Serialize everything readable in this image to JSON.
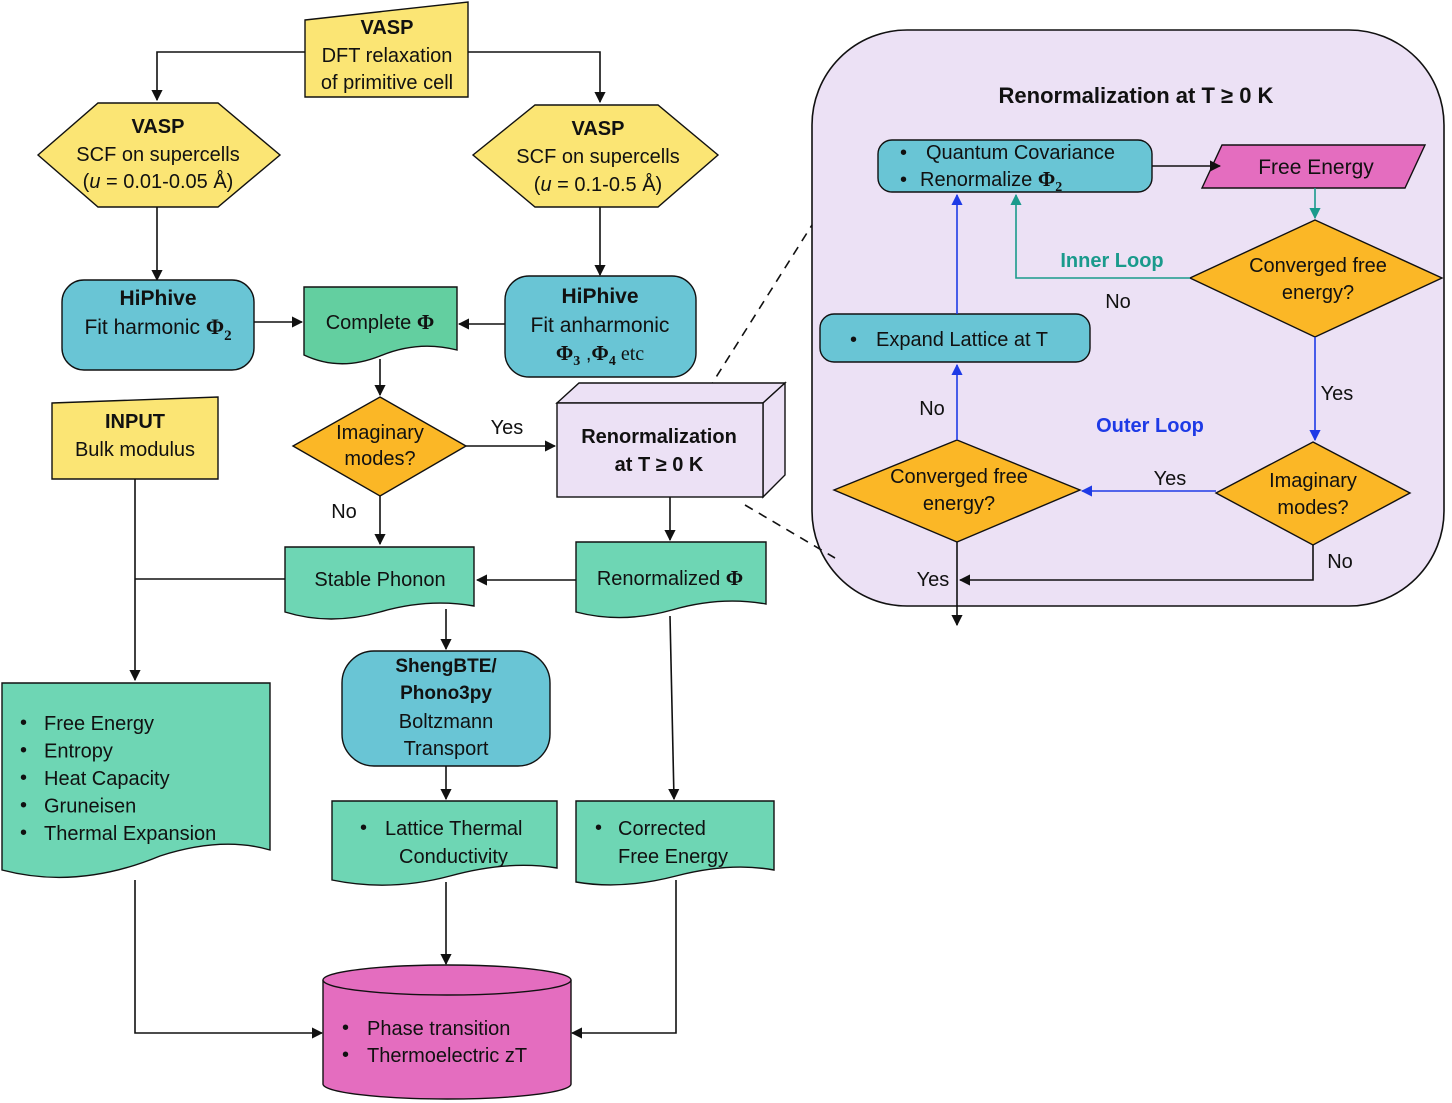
{
  "colors": {
    "yellow": "#fbe574",
    "blue": "#69c5d5",
    "green": "#6ed6b4",
    "green_dark": "#63cfa0",
    "orange": "#fbb726",
    "magenta": "#e46dbf",
    "lavender": "#ece1f5",
    "inner_loop": "#1a9a8c",
    "outer_loop": "#1e3ae6"
  },
  "nodes": {
    "vasp_top": {
      "title": "VASP",
      "line1": "DFT relaxation",
      "line2": "of primitive cell"
    },
    "vasp_left": {
      "title": "VASP",
      "line1": "SCF on supercells",
      "line2_var": "u",
      "line2_rest": " = 0.01-0.05 Å)",
      "line2_open": "("
    },
    "vasp_right": {
      "title": "VASP",
      "line1": "SCF on supercells",
      "line2_var": "u",
      "line2_rest": " = 0.1-0.5 Å)",
      "line2_open": "("
    },
    "hiphive_left": {
      "title": "HiPhive",
      "line1": "Fit harmonic ",
      "phi": "Φ",
      "sub": "2"
    },
    "complete_phi": {
      "label": "Complete ",
      "phi": "Φ"
    },
    "hiphive_right": {
      "title": "HiPhive",
      "line1": "Fit anharmonic",
      "phi_a": "Φ",
      "sub_a": "3",
      "sep": " ,",
      "phi_b": "Φ",
      "sub_b": "4",
      "tail": " etc"
    },
    "input": {
      "title": "INPUT",
      "line1": "Bulk modulus"
    },
    "imaginary": {
      "line1": "Imaginary",
      "line2": "modes?"
    },
    "renorm_box": {
      "line1": "Renormalization",
      "line2": "at T ≥ 0 K"
    },
    "stable_phonon": {
      "label": "Stable Phonon"
    },
    "renormalized_phi": {
      "label": "Renormalized ",
      "phi": "Φ"
    },
    "shengbte": {
      "title1": "ShengBTE/",
      "title2": "Phono3py",
      "line1": "Boltzmann",
      "line2": "Transport"
    },
    "properties": {
      "items": [
        "Free Energy",
        "Entropy",
        "Heat Capacity",
        "Gruneisen",
        "Thermal Expansion"
      ]
    },
    "lattice": {
      "line1": "Lattice Thermal",
      "line2": "Conductivity"
    },
    "corrected": {
      "line1": "Corrected",
      "line2": "Free Energy"
    },
    "final": {
      "items": [
        "Phase transition",
        "Thermoelectric zT"
      ]
    }
  },
  "edge_labels": {
    "yes": "Yes",
    "no": "No"
  },
  "inset": {
    "title": "Renormalization at T ≥ 0 K",
    "qc": {
      "item1": "Quantum Covariance",
      "item2": "Renormalize ",
      "phi": "Φ",
      "sub": "2"
    },
    "free_energy": "Free Energy",
    "conv_inner": {
      "line1": "Converged free",
      "line2": "energy?"
    },
    "inner_loop": "Inner Loop",
    "outer_loop": "Outer Loop",
    "expand": "Expand Lattice at T",
    "conv_outer": {
      "line1": "Converged free",
      "line2": "energy?"
    },
    "imag": {
      "line1": "Imaginary",
      "line2": "modes?"
    },
    "labels": {
      "no_inner": "No",
      "yes_right": "Yes",
      "no_left": "No",
      "yes_mid": "Yes",
      "no_bottom": "No",
      "yes_bottom": "Yes"
    }
  },
  "bullet": "•"
}
